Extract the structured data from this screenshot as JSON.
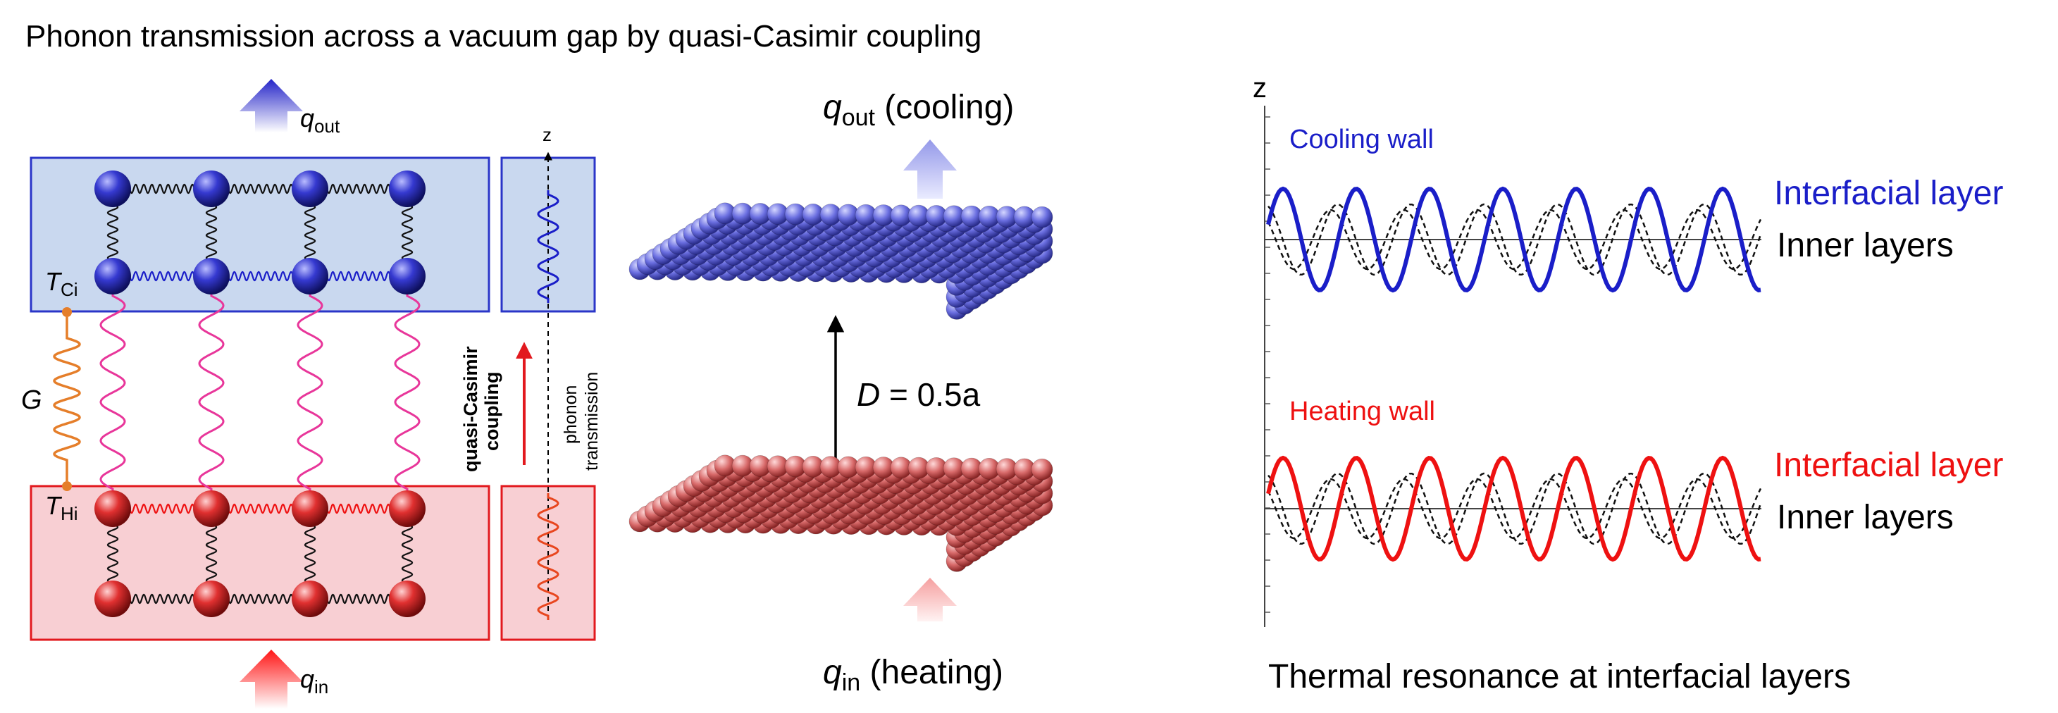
{
  "title": "Phonon transmission across a vacuum gap by quasi-Casimir coupling",
  "left_panel": {
    "q_out": {
      "symbol": "q",
      "sub": "out"
    },
    "q_in": {
      "symbol": "q",
      "sub": "in"
    },
    "T_ci": {
      "symbol": "T",
      "sub": "Ci"
    },
    "T_hi": {
      "symbol": "T",
      "sub": "Hi"
    },
    "G": "G",
    "z_axis": "z",
    "coupling_label_1": "quasi-Casimir",
    "coupling_label_2": "coupling",
    "transmission_label_1": "phonon",
    "transmission_label_2": "transmission"
  },
  "middle_panel": {
    "q_out": {
      "symbol": "q",
      "sub": "out",
      "suffix": " (cooling)"
    },
    "q_in": {
      "symbol": "q",
      "sub": "in",
      "suffix": " (heating)"
    },
    "gap": {
      "symbol": "D",
      "rest": " = 0.5a"
    }
  },
  "right_panel": {
    "z_axis": "z",
    "cooling_wall": "Cooling wall",
    "heating_wall": "Heating wall",
    "interfacial_layer": "Interfacial layer",
    "inner_layers": "Inner layers",
    "caption": "Thermal resonance at interfacial layers"
  },
  "colors": {
    "cool_box": "#c9d8ef",
    "cool_border": "#2a35c8",
    "heat_box": "#f8cfd3",
    "heat_border": "#e2191e",
    "cool_line": "#1a1ec8",
    "heat_line": "#ee1111",
    "coupling_spring": "#e8369a",
    "g_spring": "#e57e2a",
    "cool_atom": "#5a5fd6",
    "heat_atom": "#cf5a5a"
  }
}
